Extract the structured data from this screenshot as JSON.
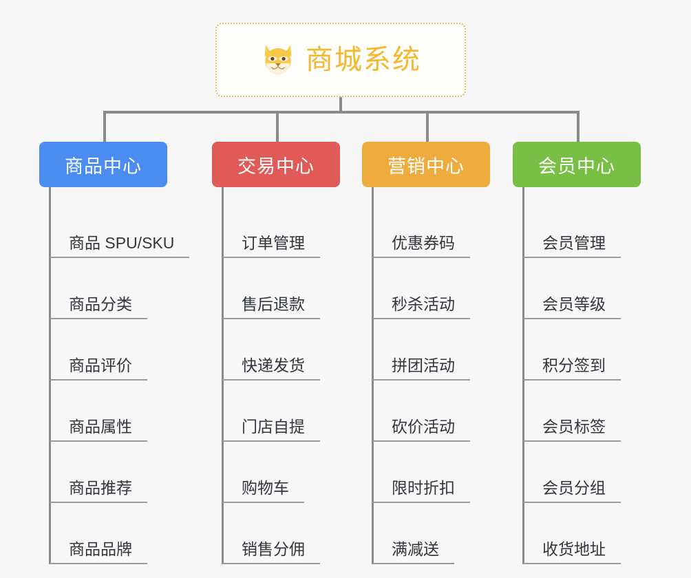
{
  "root": {
    "title": "商城系统",
    "icon": "shiba-dog-face-icon",
    "border_color": "#f0b95b",
    "text_color": "#f5b72e"
  },
  "connector_color": "#8a8a8a",
  "background_color": "#f7f7f7",
  "branches": [
    {
      "label": "商品中心",
      "color": "#4a8cf0",
      "items": [
        "商品 SPU/SKU",
        "商品分类",
        "商品评价",
        "商品属性",
        "商品推荐",
        "商品品牌"
      ]
    },
    {
      "label": "交易中心",
      "color": "#e05a57",
      "items": [
        "订单管理",
        "售后退款",
        "快递发货",
        "门店自提",
        "购物车",
        "销售分佣"
      ]
    },
    {
      "label": "营销中心",
      "color": "#eeac3e",
      "items": [
        "优惠券码",
        "秒杀活动",
        "拼团活动",
        "砍价活动",
        "限时折扣",
        "满减送"
      ]
    },
    {
      "label": "会员中心",
      "color": "#79bf45",
      "items": [
        "会员管理",
        "会员等级",
        "积分签到",
        "会员标签",
        "会员分组",
        "收货地址"
      ]
    }
  ]
}
